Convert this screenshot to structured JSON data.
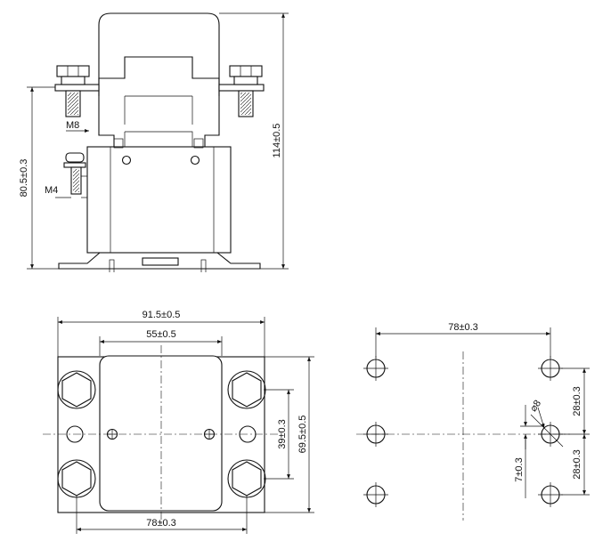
{
  "labels": {
    "thread_large": "M8",
    "thread_small": "M4",
    "height_overall": "114±0.5",
    "height_body": "80.5±0.3",
    "width_overall": "91.5±0.5",
    "width_cover": "55±0.5",
    "width_mount": "78±0.3",
    "depth_overall": "69.5±0.5",
    "stud_pitch": "39±0.3",
    "pattern_width": "78±0.3",
    "hole_dia": "⌀8",
    "pitch_upper": "28±0.3",
    "pitch_lower": "28±0.3",
    "offset": "7±0.3"
  }
}
